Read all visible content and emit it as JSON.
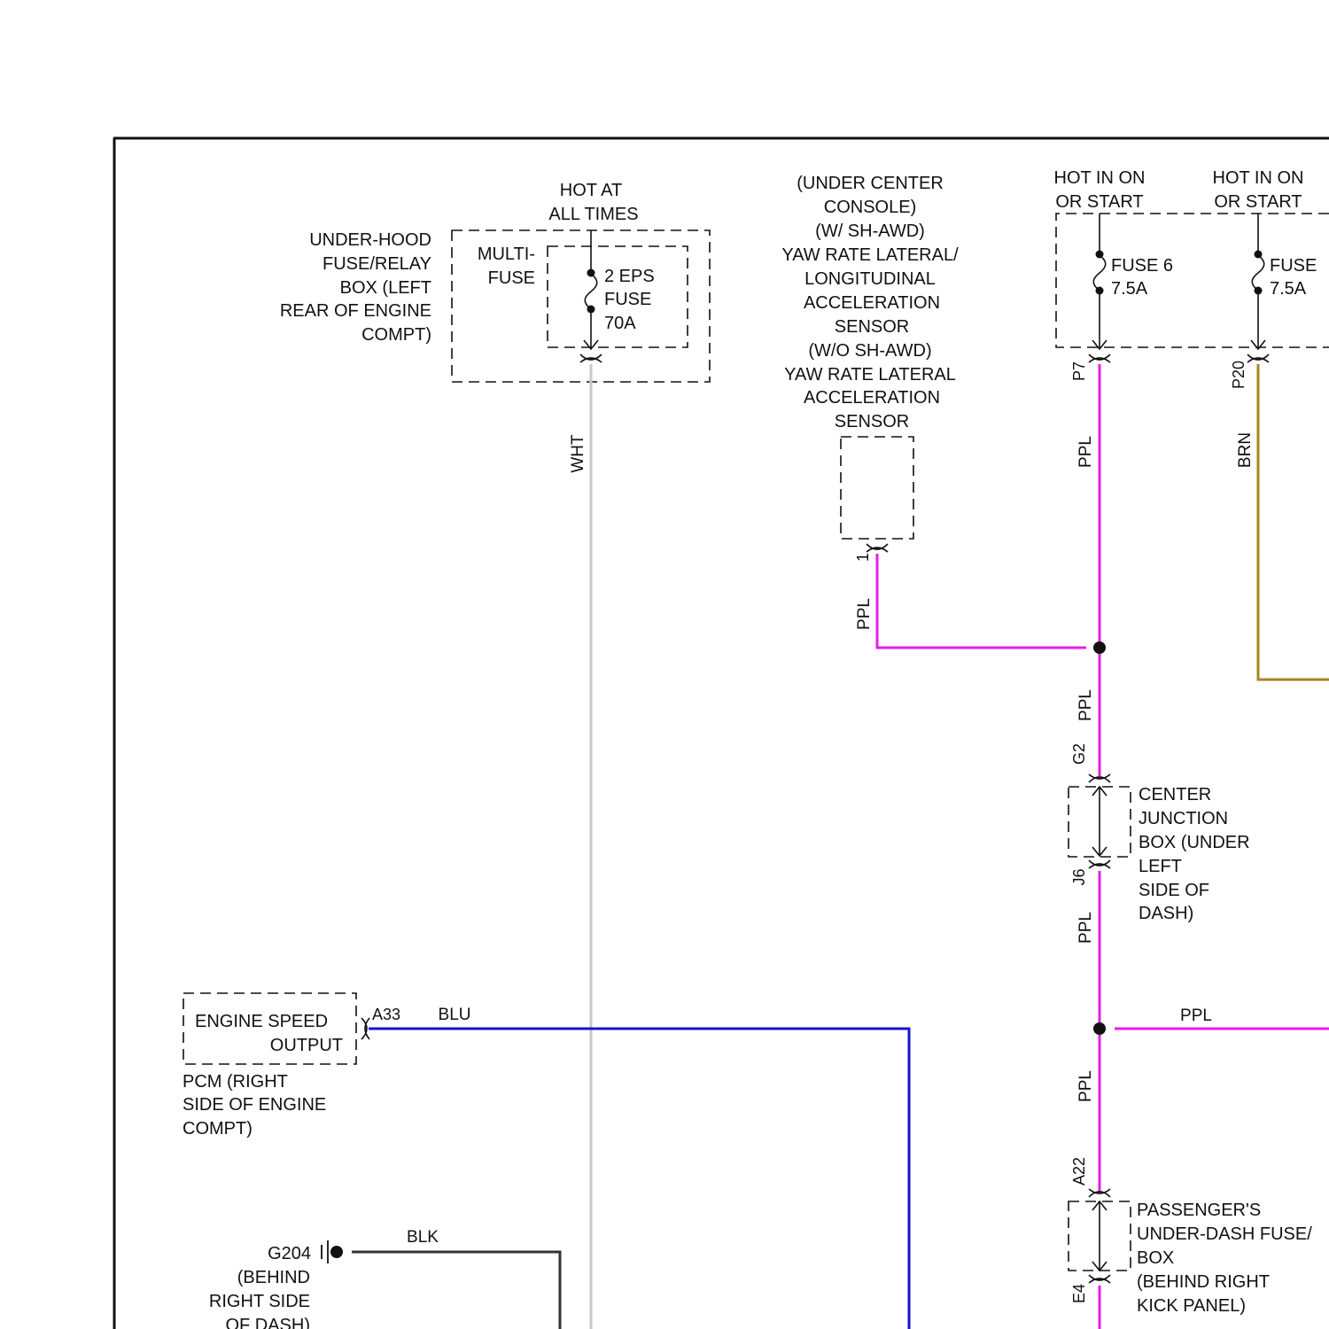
{
  "colors": {
    "wht": "#c8c8c8",
    "ppl": "#e61ee6",
    "brn": "#a8861f",
    "blu": "#1414c8",
    "blk": "#333333",
    "line": "#111111"
  },
  "labels": {
    "underhood_box": [
      "UNDER-HOOD",
      "FUSE/RELAY",
      "BOX (LEFT",
      "REAR OF ENGINE",
      "COMPT)"
    ],
    "hot_at_all_times": [
      "HOT AT",
      "ALL TIMES"
    ],
    "multi_fuse": [
      "MULTI-",
      "FUSE"
    ],
    "eps_fuse": [
      "2 EPS",
      "FUSE",
      "70A"
    ],
    "sensor": [
      "(UNDER CENTER",
      "CONSOLE)",
      "(W/ SH-AWD)",
      "YAW RATE LATERAL/",
      "LONGITUDINAL",
      "ACCELERATION",
      "SENSOR",
      "(W/O SH-AWD)",
      "YAW RATE LATERAL",
      "ACCELERATION",
      "SENSOR"
    ],
    "hot_in_on_1": [
      "HOT IN ON",
      "OR START"
    ],
    "hot_in_on_2": [
      "HOT IN ON",
      "OR START"
    ],
    "fuse6": [
      "FUSE 6",
      "7.5A"
    ],
    "fuse_right": [
      "FUSE",
      "7.5A"
    ],
    "center_junction": [
      "CENTER",
      "JUNCTION",
      "BOX (UNDER",
      "LEFT",
      "SIDE OF",
      "DASH)"
    ],
    "engine_speed": [
      "ENGINE SPEED",
      "OUTPUT"
    ],
    "pcm": [
      "PCM (RIGHT",
      "SIDE OF ENGINE",
      "COMPT)"
    ],
    "g204": [
      "G204",
      "(BEHIND",
      "RIGHT SIDE",
      "OF DASH)"
    ],
    "passenger_box": [
      "PASSENGER'S",
      "UNDER-DASH FUSE/",
      "BOX",
      "(BEHIND RIGHT",
      "KICK PANEL)"
    ]
  },
  "wires": {
    "wht": "WHT",
    "ppl_p7": "PPL",
    "brn": "BRN",
    "ppl_sensor": "PPL",
    "ppl_mid": "PPL",
    "ppl_j6": "PPL",
    "ppl_branch": "PPL",
    "ppl_a22": "PPL",
    "blu": "BLU",
    "blk": "BLK"
  },
  "pins": {
    "p7": "P7",
    "p20": "P20",
    "sensor_1": "1",
    "g2": "G2",
    "j6": "J6",
    "a22": "A22",
    "e4": "E4",
    "a33": "A33"
  }
}
